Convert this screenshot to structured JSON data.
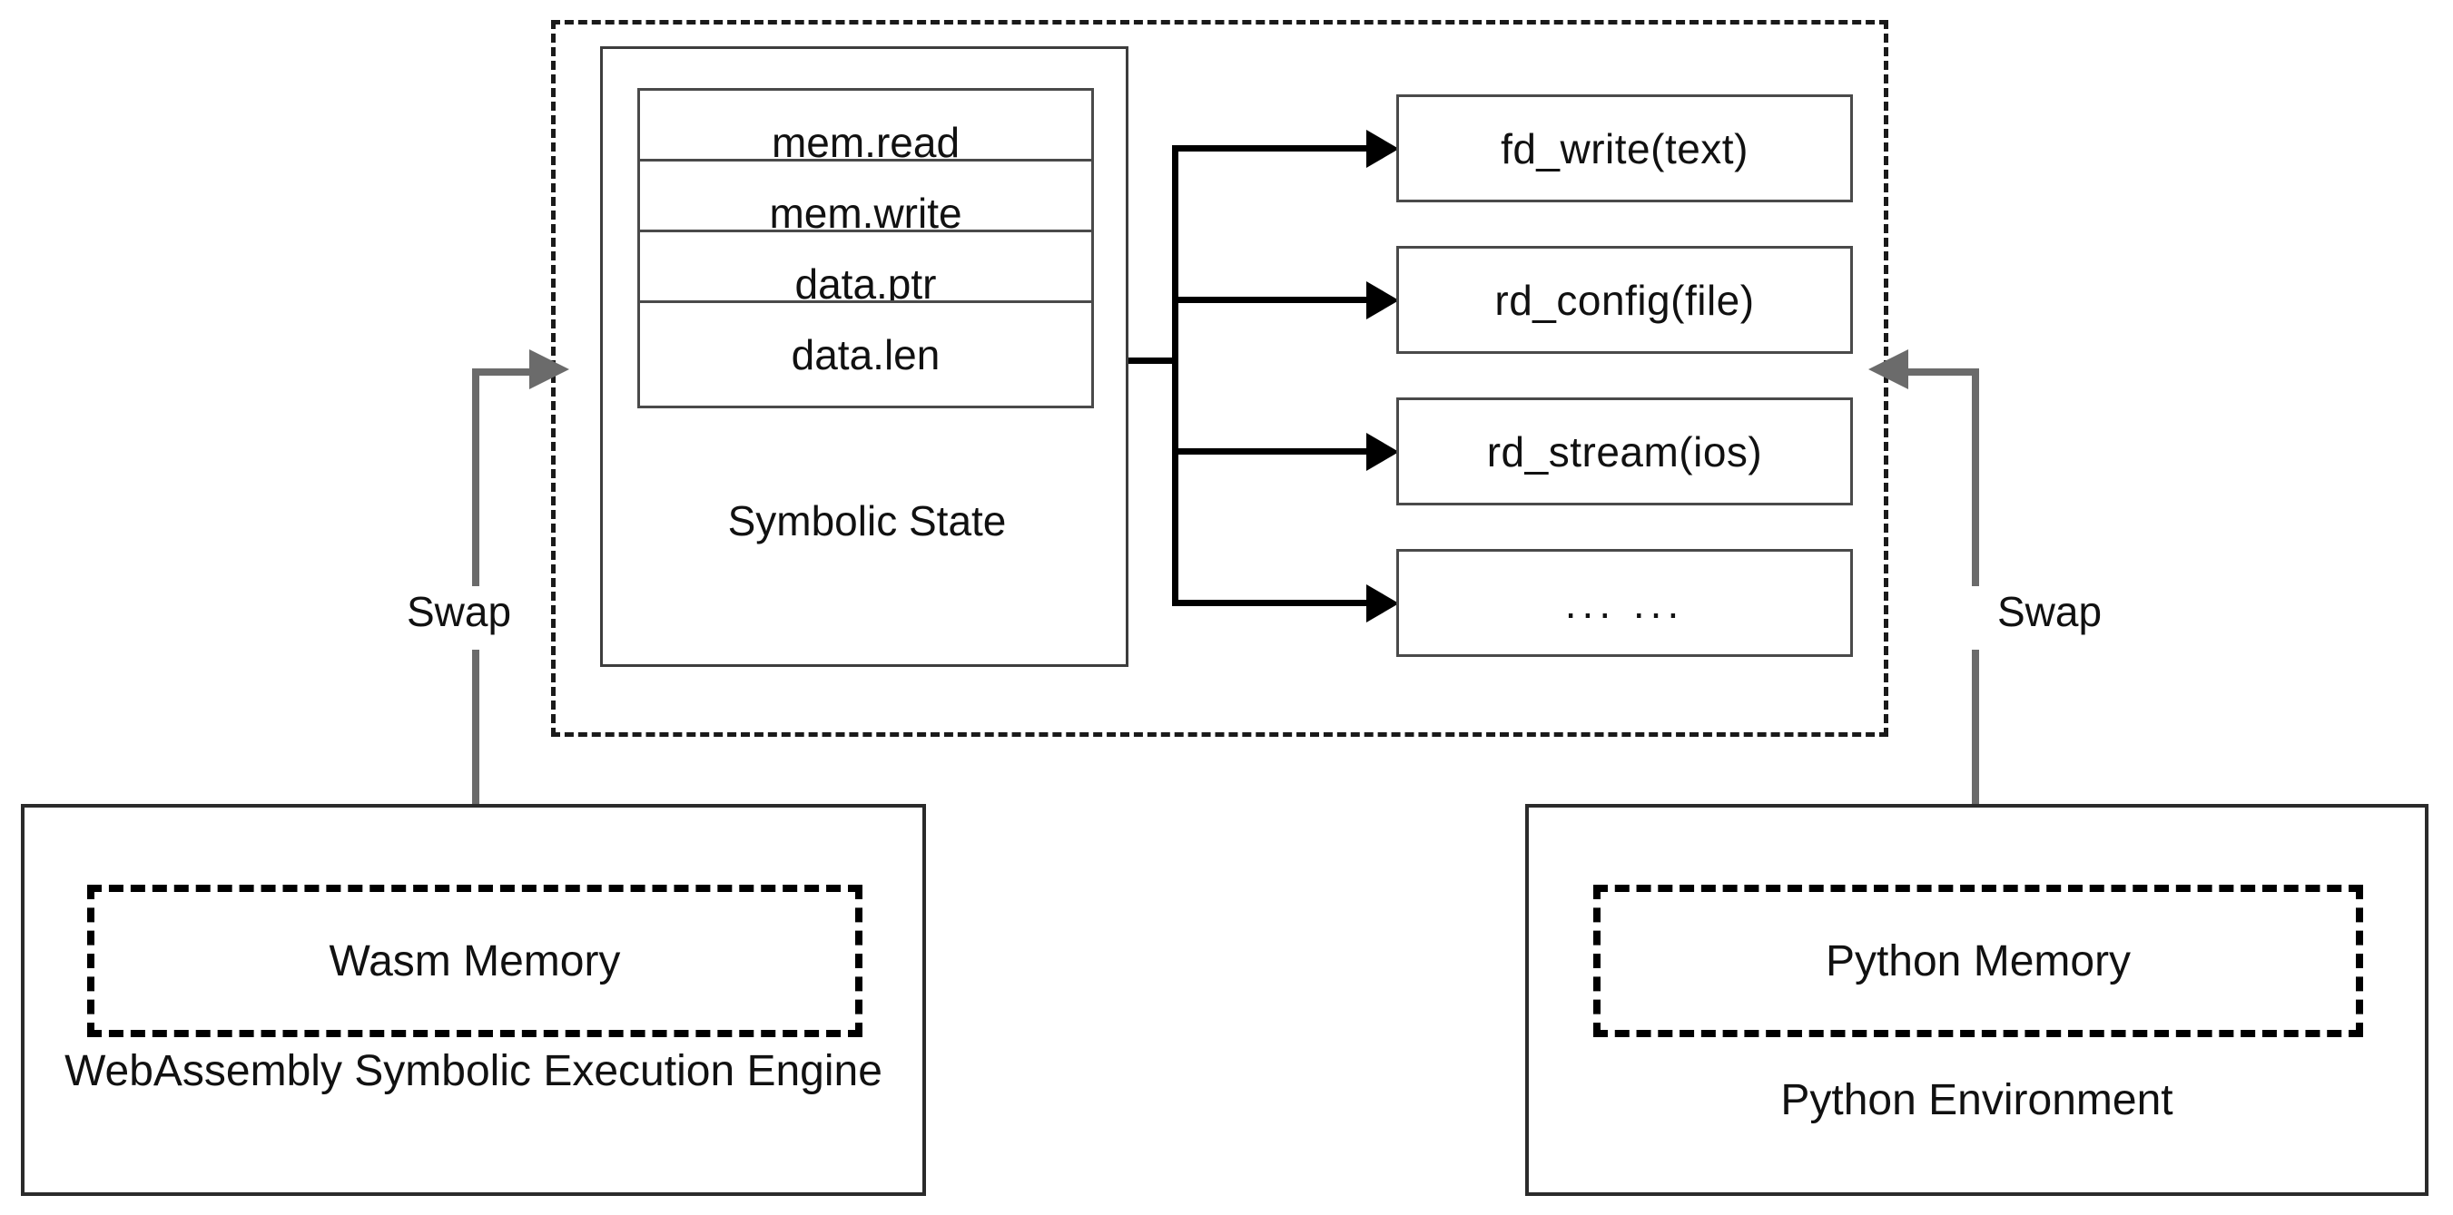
{
  "diagram": {
    "title": "WebAssembly symbolic execution and Python environment memory swap architecture",
    "colors": {
      "box_border": "#4a4a4a",
      "container_border": "#2b2b2b",
      "dashed_border": "#000000",
      "arrow_black": "#000000",
      "arrow_gray": "#6b6b6b",
      "text": "#111111",
      "background": "#ffffff"
    }
  },
  "symbolic_state": {
    "label": "Symbolic State",
    "fields": [
      {
        "label": "mem.read"
      },
      {
        "label": "mem.write"
      },
      {
        "label": "data.ptr"
      },
      {
        "label": "data.len"
      }
    ]
  },
  "api_calls": [
    {
      "label": "fd_write(text)"
    },
    {
      "label": "rd_config(file)"
    },
    {
      "label": "rd_stream(ios)"
    },
    {
      "label": "... ..."
    }
  ],
  "environments": {
    "left": {
      "memory_label": "Wasm Memory",
      "env_label": "WebAssembly Symbolic Execution Engine"
    },
    "right": {
      "memory_label": "Python Memory",
      "env_label": "Python Environment"
    }
  },
  "connectors": {
    "swap_left_label": "Swap",
    "swap_right_label": "Swap"
  }
}
